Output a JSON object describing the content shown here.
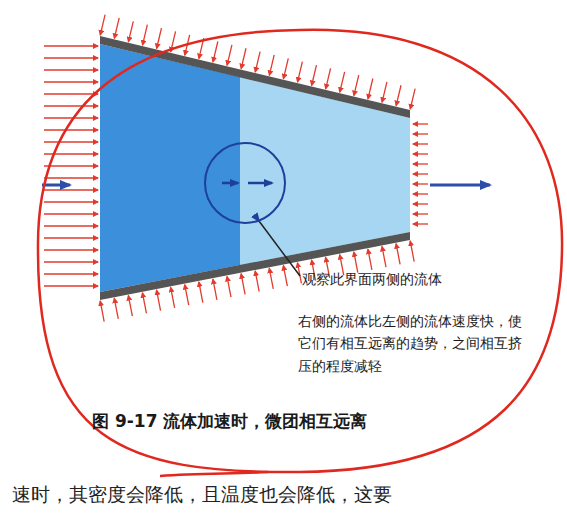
{
  "diagram": {
    "caption": "图 9-17 流体加速时，微团相互远离",
    "labels": [
      "观察此界面两侧的流体",
      "右侧的流体比左侧的流体速度快，使它们有相互远离的趋势，之间相互挤压的程度减轻",
      "速时，其密度会降低，且温度也会降低，这要"
    ]
  }
}
